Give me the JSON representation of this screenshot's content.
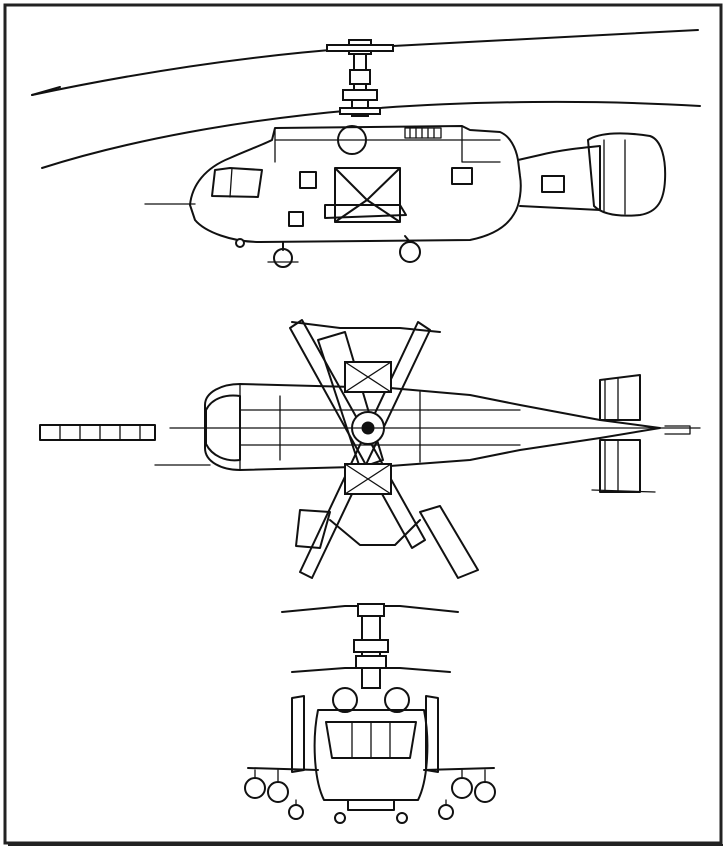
{
  "drawing": {
    "colors": {
      "ink": "#111111",
      "paper": "#ffffff",
      "frame": "#222222"
    },
    "views": [
      {
        "id": "side",
        "projection": "side"
      },
      {
        "id": "top",
        "projection": "top"
      },
      {
        "id": "front",
        "projection": "front"
      }
    ]
  }
}
